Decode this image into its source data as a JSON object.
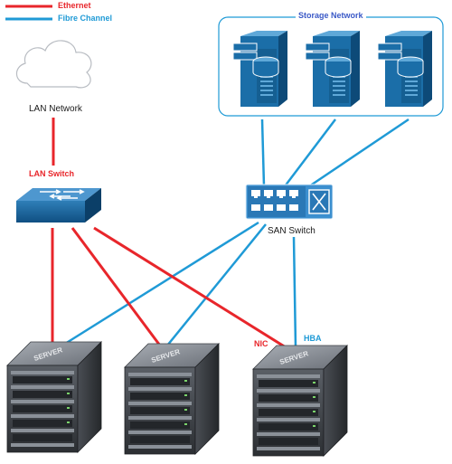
{
  "legend": {
    "ethernet": {
      "label": "Ethernet",
      "color": "#e8262b"
    },
    "fibre": {
      "label": "Fibre Channel",
      "color": "#1f9ad6"
    }
  },
  "nodes": {
    "lan_network": {
      "label": "LAN Network",
      "icon": "cloud-icon"
    },
    "lan_switch": {
      "label": "LAN Switch",
      "icon": "network-switch-icon"
    },
    "san_switch": {
      "label": "SAN Switch",
      "icon": "san-switch-icon"
    },
    "storage_network": {
      "label": "Storage Network",
      "icon": "storage-array-icon",
      "count": 3
    },
    "servers": {
      "icon": "server-icon",
      "count": 3,
      "badge": "SERVER"
    }
  },
  "port_labels": {
    "nic": "NIC",
    "hba": "HBA"
  }
}
